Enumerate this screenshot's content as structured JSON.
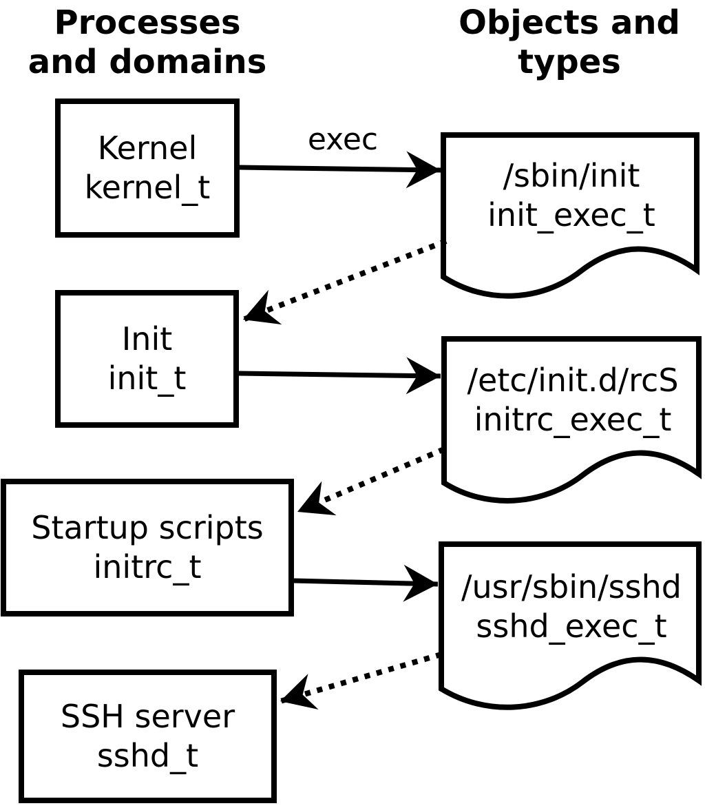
{
  "colors": {
    "ink": "#000000",
    "background": "#ffffff"
  },
  "columns": {
    "left": {
      "line1": "Processes",
      "line2": "and domains"
    },
    "right": {
      "line1": "Objects and",
      "line2": "types"
    }
  },
  "nodes": {
    "kernel": {
      "name": "Kernel",
      "type": "kernel_t"
    },
    "init": {
      "name": "Init",
      "type": "init_t"
    },
    "startup": {
      "name": "Startup scripts",
      "type": "initrc_t"
    },
    "ssh": {
      "name": "SSH server",
      "type": "sshd_t"
    }
  },
  "objects": {
    "sbin_init": {
      "path": "/sbin/init",
      "type": "init_exec_t"
    },
    "rcS": {
      "path": "/etc/init.d/rcS",
      "type": "initrc_exec_t"
    },
    "sshd": {
      "path": "/usr/sbin/sshd",
      "type": "sshd_exec_t"
    }
  },
  "edges": {
    "exec_label": "exec"
  }
}
